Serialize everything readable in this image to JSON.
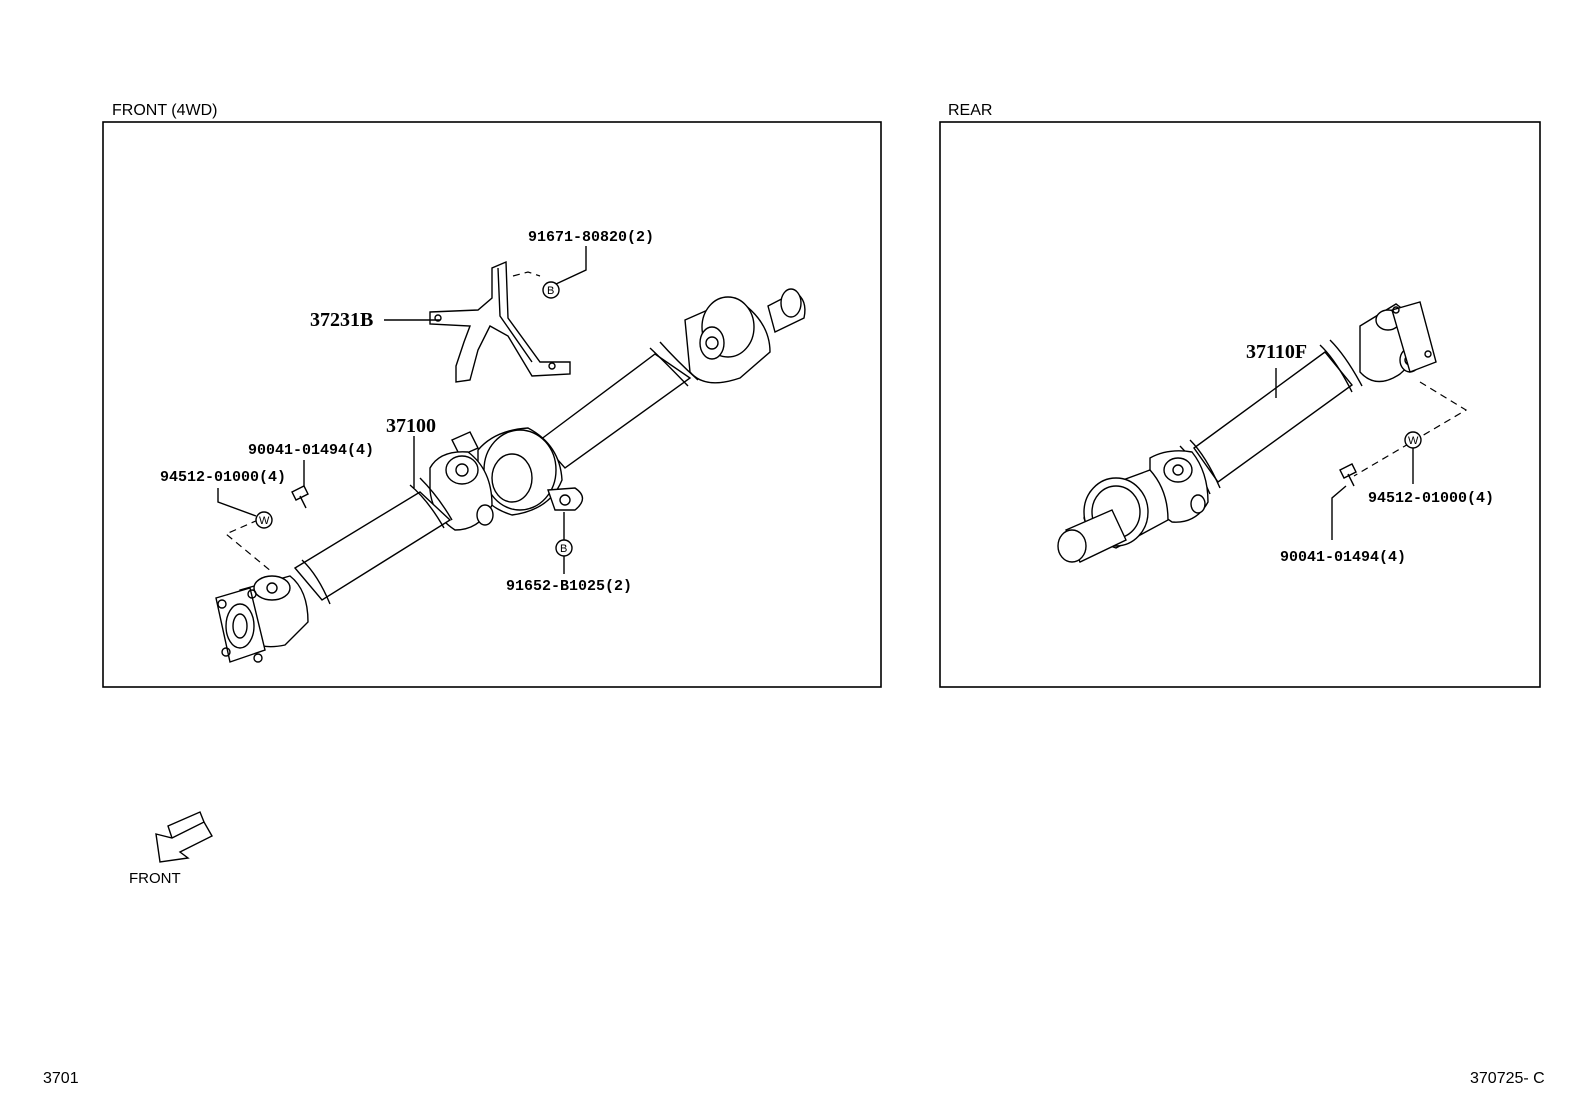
{
  "sections": {
    "front_title": "FRONT (4WD)",
    "rear_title": "REAR"
  },
  "front": {
    "bracket": "37231B",
    "shaft": "37100",
    "bracket_bolt": "91671-80820(2)",
    "bolt": "90041-01494(4)",
    "washer": "94512-01000(4)",
    "bearing_bolt": "91652-B1025(2)",
    "mark_b": "B",
    "mark_w": "W"
  },
  "rear": {
    "shaft": "37110F",
    "washer": "94512-01000(4)",
    "bolt": "90041-01494(4)",
    "mark_w": "W"
  },
  "direction": {
    "label": "FRONT"
  },
  "footer": {
    "left_code": "3701",
    "right_code": "370725- C"
  }
}
